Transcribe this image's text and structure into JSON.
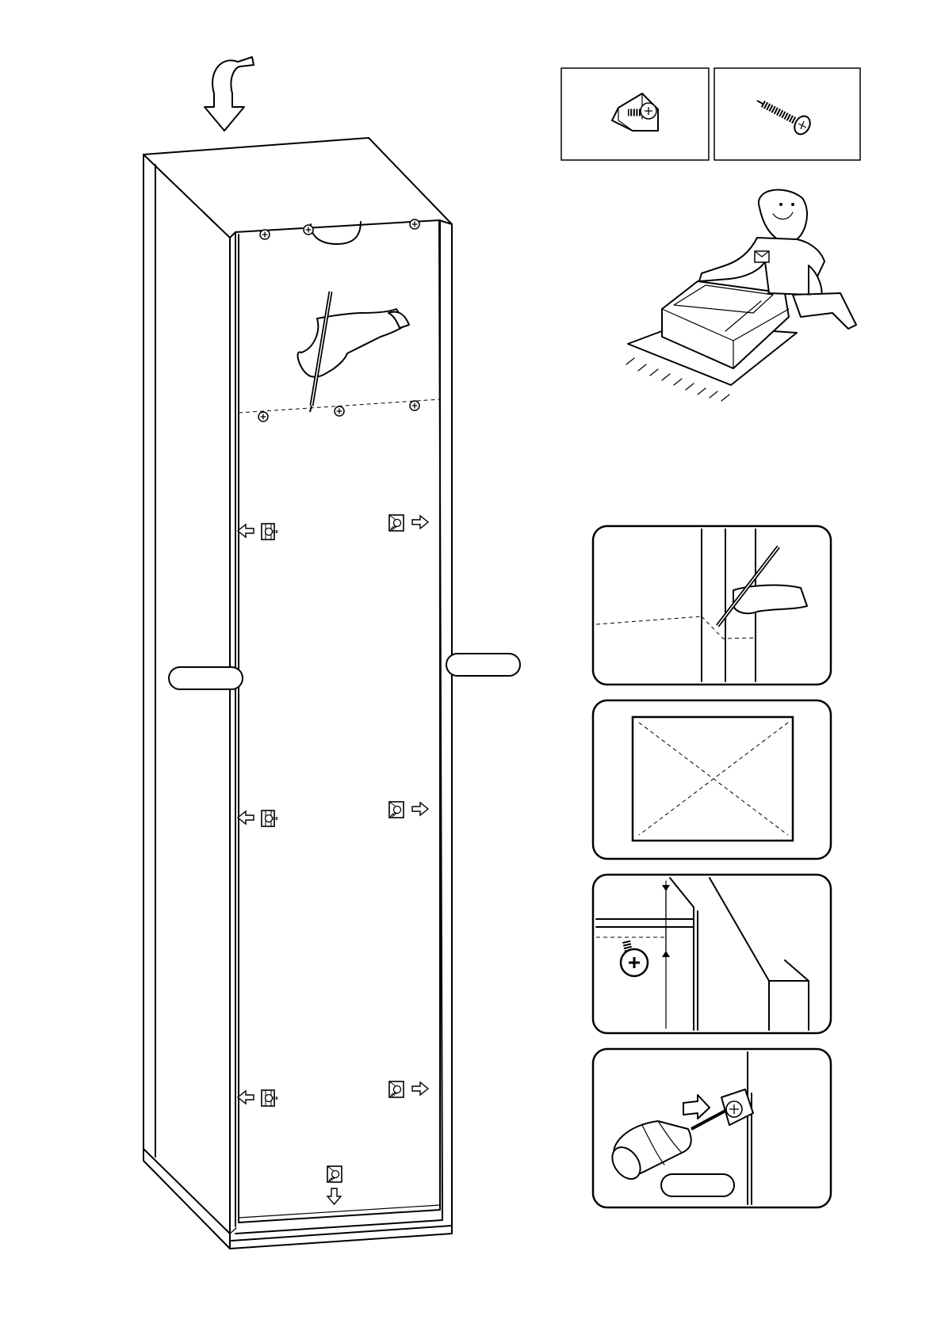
{
  "document": {
    "kind": "assembly-instruction-page",
    "text_labels": []
  },
  "parts": [
    {
      "name": "cam-lock-bracket",
      "icon": "bracket-icon"
    },
    {
      "name": "wood-screw",
      "icon": "screw-icon"
    }
  ],
  "detail_panels": [
    {
      "name": "mark-line-detail",
      "icon": "pencil-icon"
    },
    {
      "name": "diagonal-check-detail",
      "icon": "diagonal-square-icon"
    },
    {
      "name": "screw-height-detail",
      "icon": "screw-height-icon"
    },
    {
      "name": "screwdriver-detail",
      "icon": "screwdriver-icon"
    }
  ],
  "colors": {
    "ink": "#000000",
    "paper": "#ffffff"
  }
}
